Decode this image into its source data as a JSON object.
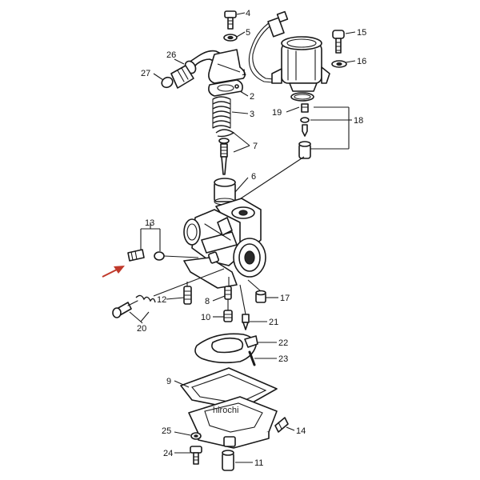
{
  "diagram": {
    "callouts": {
      "c1": "1",
      "c2": "2",
      "c3": "3",
      "c4": "4",
      "c5": "5",
      "c6": "6",
      "c7": "7",
      "c8": "8",
      "c9": "9",
      "c10": "10",
      "c11": "11",
      "c12": "12",
      "c13": "13",
      "c14": "14",
      "c15": "15",
      "c16": "16",
      "c17": "17",
      "c18": "18",
      "c19": "19",
      "c20": "20",
      "c21": "21",
      "c22": "22",
      "c23": "23",
      "c24": "24",
      "c25": "25",
      "c26": "26",
      "c27": "27"
    },
    "watermark": "hirochi",
    "colors": {
      "ink": "#1a1a1a",
      "pointer_arrow": "#c0392b",
      "background": "#ffffff"
    }
  }
}
